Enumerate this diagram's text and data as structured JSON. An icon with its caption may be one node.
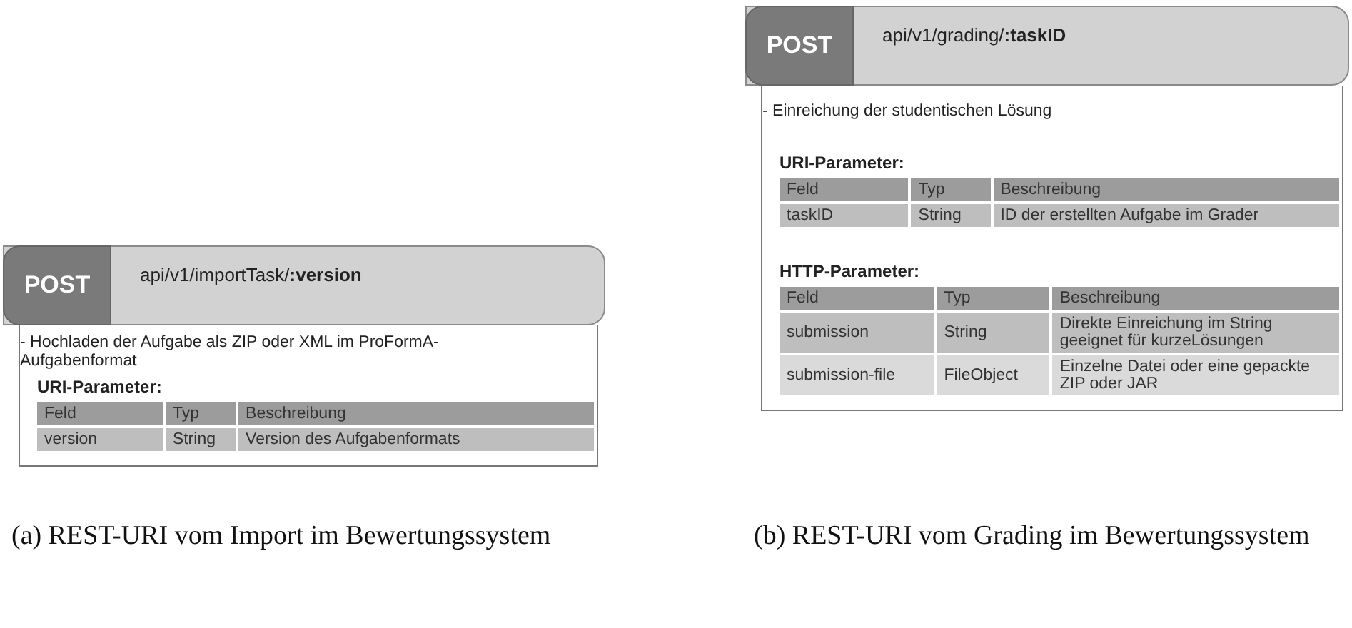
{
  "diagram": {
    "nodes": [
      {
        "text": [
          "api/v1/importTask/**:version**"
        ]
      },
      {
        "text": [
          "POST"
        ],
        "in": 0
      },
      {
        "text": [
          "- Hochladen der Aufgabe als ZIP oder XML im ProFormA-Aufgabenformat",
          "URI-Parameter:"
        ]
      },
      {
        "text": [
          "api/v1/grading/**:taskID**"
        ]
      },
      {
        "text": [
          "POST"
        ],
        "in": 3
      },
      {
        "text": [
          "- Einreichung der studentischen Lösung",
          "URI-Parameter:",
          "HTTP-Parameter:"
        ]
      }
    ],
    "edges": [],
    "labels": [
      "Feld",
      "Typ",
      "Beschreibung",
      "version",
      "String",
      "Version des Aufgabenformats",
      "(a) REST-URI vom Import im Bewertungssystem",
      "Feld",
      "Typ",
      "Beschreibung",
      "taskID",
      "String",
      "ID der erstellten Aufgabe im Grader",
      "Feld",
      "Typ",
      "Beschreibung",
      "submission",
      "String",
      "Direkte Einreichung im String geeignet für kurzeLösungen",
      "submission-file",
      "FileObject",
      "Einzelne Datei oder eine gepackte ZIP oder JAR",
      "(b) REST-URI vom Grading im Bewertungssystem"
    ]
  }
}
